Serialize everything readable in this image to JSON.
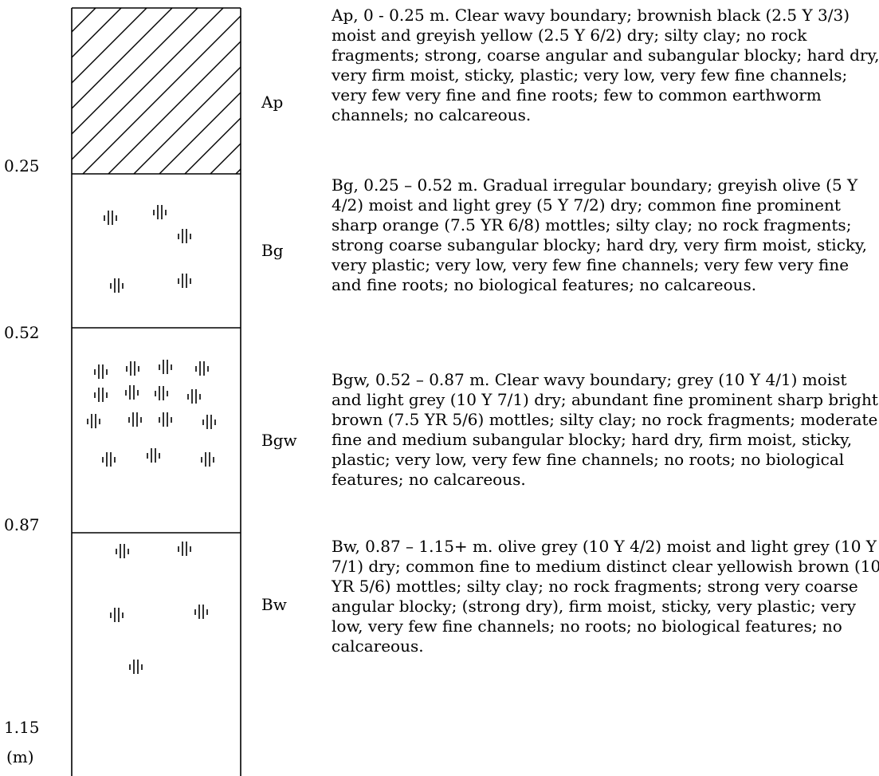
{
  "profile": {
    "depth_unit": "(m)",
    "depth_labels": [
      "0.25",
      "0.52",
      "0.87",
      "1.15"
    ],
    "horizon_labels": [
      "Ap",
      "Bg",
      "Bgw",
      "Bw"
    ]
  },
  "descriptions": [
    "Ap, 0 - 0.25 m. Clear wavy boundary; brownish black (2.5 Y 3/3) moist and greyish yellow (2.5 Y 6/2) dry; silty clay; no rock fragments; strong, coarse angular and subangular blocky; hard dry, very firm moist, sticky, plastic; very low, very few fine channels; very few very fine and fine roots; few to common earthworm channels; no calcareous.",
    "Bg, 0.25 – 0.52 m. Gradual irregular boundary; greyish olive (5 Y 4/2) moist and light grey (5 Y 7/2) dry; common fine prominent sharp orange (7.5 YR 6/8) mottles; silty clay; no rock fragments; strong coarse subangular blocky; hard dry, very firm moist, sticky, very plastic; very low, very few fine channels; very few very fine and fine roots; no biological features; no calcareous.",
    "Bgw, 0.52 – 0.87 m. Clear wavy boundary; grey (10 Y 4/1) moist and light grey (10 Y 7/1) dry; abundant fine prominent sharp bright brown (7.5 YR 5/6) mottles; silty clay; no rock fragments; moderate fine and medium subangular blocky; hard dry, firm moist, sticky, plastic; very low, very few fine channels; no roots; no biological features; no calcareous.",
    "Bw, 0.87 – 1.15+ m. olive grey (10 Y 4/2) moist and light grey (10 Y 7/1) dry; common fine to medium distinct clear yellowish brown (10 YR 5/6) mottles; silty clay; no rock fragments; strong very coarse angular blocky; (strong dry), firm moist, sticky, very plastic; very low, very few fine channels; no roots; no biological features; no calcareous."
  ]
}
